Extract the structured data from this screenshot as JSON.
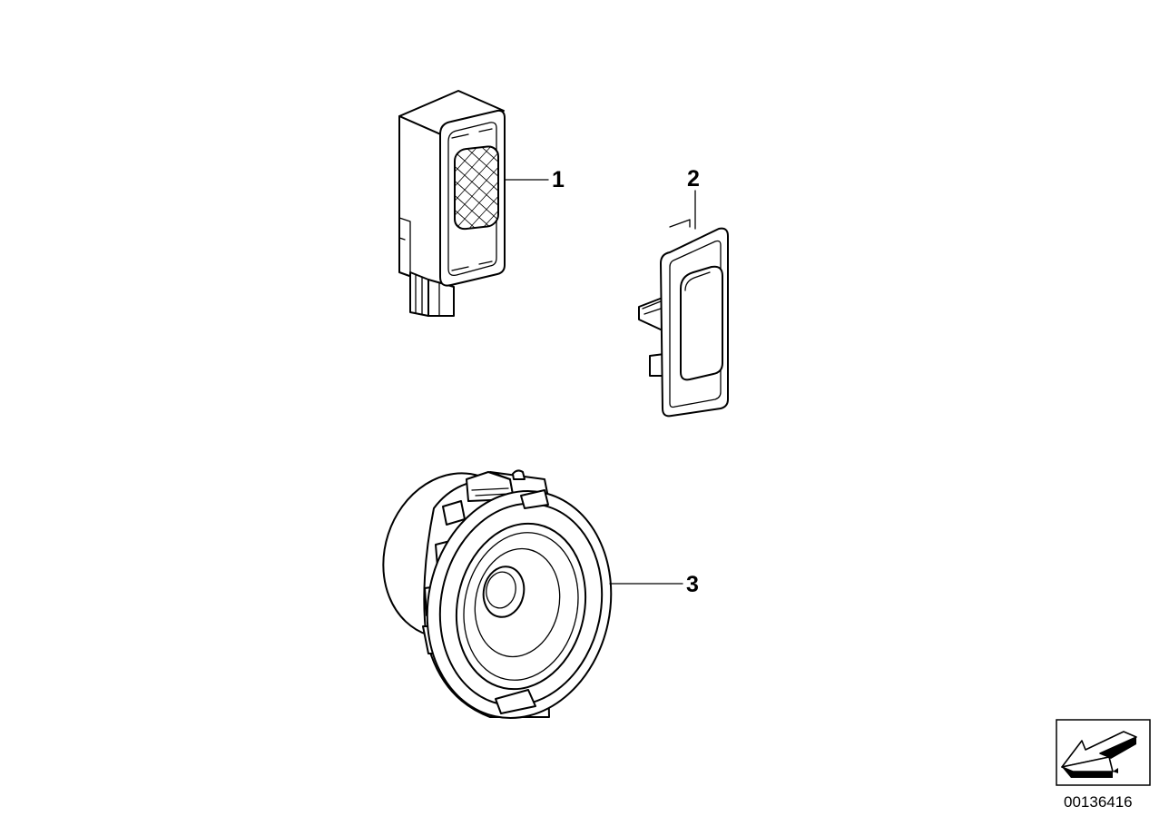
{
  "parts": [
    {
      "label": "1"
    },
    {
      "label": "2"
    },
    {
      "label": "3"
    }
  ],
  "reference_number": "00136416",
  "icons": {
    "view_arrow": "arrow-direction-icon"
  }
}
